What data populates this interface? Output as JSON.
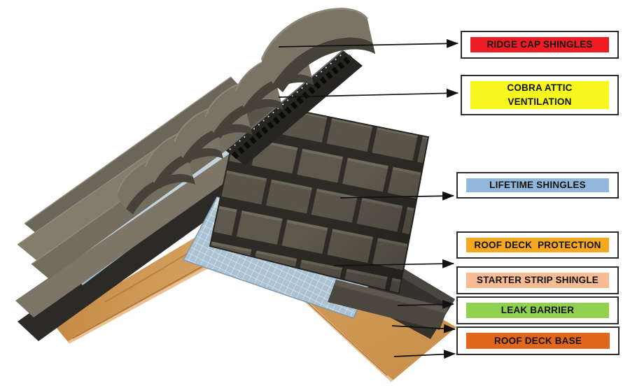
{
  "callouts": [
    {
      "text": "RIDGE CAP SHINGLES",
      "bg": "#ee1c24"
    },
    {
      "text": "COBRA ATTIC\nVENTILATION",
      "bg": "#f7f71d"
    },
    {
      "text": "LIFETIME SHINGLES",
      "bg": "#92b7db"
    },
    {
      "text": "ROOF DECK  PROTECTION",
      "bg": "#f3a81f"
    },
    {
      "text": "STARTER STRIP SHINGLE",
      "bg": "#f5bb92"
    },
    {
      "text": "LEAK BARRIER",
      "bg": "#8fd14f"
    },
    {
      "text": "ROOF DECK BASE",
      "bg": "#e2661e"
    }
  ],
  "diagram": {
    "type": "exploded-roof-system",
    "layers_top_to_bottom": [
      "ridge-cap-shingles",
      "cobra-attic-ventilation",
      "lifetime-shingles",
      "roof-deck-protection",
      "starter-strip-shingle",
      "leak-barrier",
      "roof-deck-base"
    ],
    "colors": {
      "shingle": "#6e685a",
      "shingle_shadow": "#37342e",
      "vent_black": "#262522",
      "underlayment_blue": "#aac2d3",
      "barrier_dark": "#35322d",
      "starter_dark": "#4b463e",
      "wood": "#cf9a58",
      "arrow": "#111111"
    }
  }
}
